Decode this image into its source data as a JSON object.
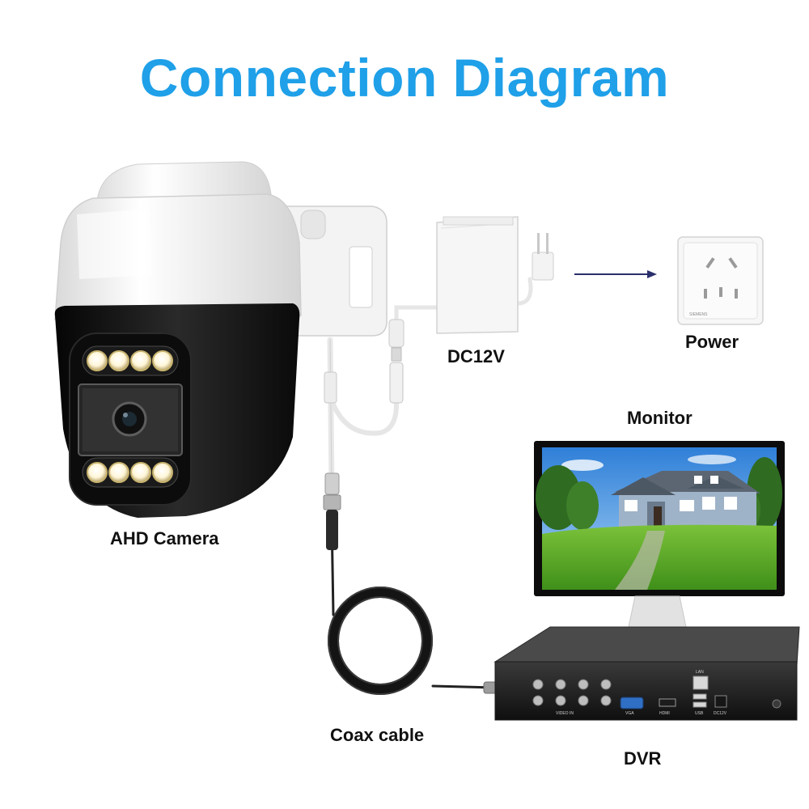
{
  "title": "Connection Diagram",
  "labels": {
    "camera": "AHD Camera",
    "adapter": "DC12V",
    "power": "Power",
    "monitor": "Monitor",
    "cable": "Coax cable",
    "dvr": "DVR"
  },
  "outlet_brand": "SIEMENS",
  "dvr_ports": {
    "video_in": "VIDEO IN",
    "vga": "VGA",
    "hdmi": "HDMI",
    "usb": "USB",
    "lan": "LAN",
    "dc": "DC12V"
  },
  "colors": {
    "title": "#1fa0e8",
    "arrow": "#2b2f6b",
    "camera_body": "#1a1a1a",
    "camera_shell": "#f2f2f2"
  }
}
